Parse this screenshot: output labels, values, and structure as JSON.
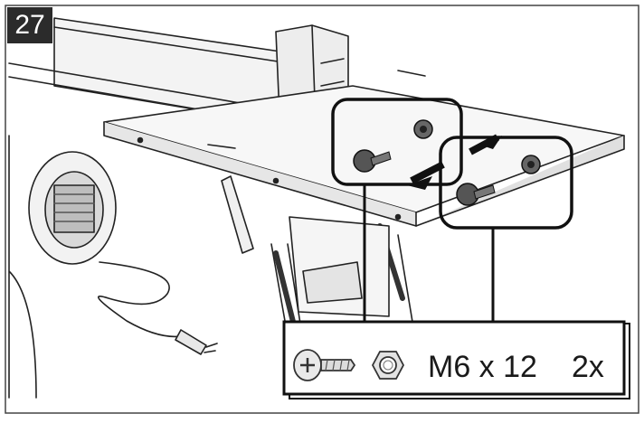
{
  "step": {
    "number": "27"
  },
  "hardware": {
    "spec": "M6 x 12",
    "quantity": "2x",
    "parts": [
      "screw-icon",
      "nut-icon"
    ]
  }
}
